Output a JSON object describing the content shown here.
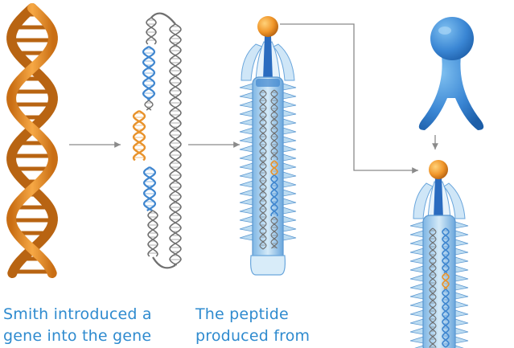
{
  "colors": {
    "gene_orange": "#e8922a",
    "gene_orange_dark": "#b86412",
    "phage_blue": "#3f86cf",
    "phage_blue_light": "#bcdcf2",
    "dna_gray": "#6f6f6f",
    "arrow_gray": "#8a8a8a",
    "caption_blue": "#2f8bcf"
  },
  "captions": [
    {
      "lines": [
        "Smith introduced a",
        "gene into the gene"
      ]
    },
    {
      "lines": [
        "The peptide",
        "produced from"
      ]
    }
  ],
  "stages": [
    {
      "name": "foreign-gene",
      "icon": "dna-double-helix-icon"
    },
    {
      "name": "phage-genome-with-insert",
      "icon": "circular-dna-icon"
    },
    {
      "name": "bacteriophage-displaying-peptide",
      "icon": "bacteriophage-icon"
    },
    {
      "name": "antibody-binding",
      "icon": "y-shaped-antibody-icon"
    }
  ]
}
